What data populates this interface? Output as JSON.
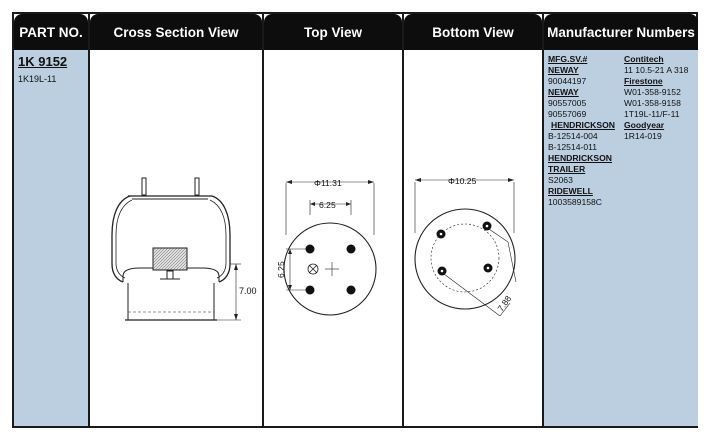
{
  "headers": {
    "part_no": "PART NO.",
    "cross_section": "Cross Section View",
    "top_view": "Top View",
    "bottom_view": "Bottom View",
    "manufacturer_numbers": "Manufacturer Numbers"
  },
  "part": {
    "number": "1K 9152",
    "alt_number": "1K19L-11"
  },
  "cross_section": {
    "height_label": "7.00"
  },
  "top_view": {
    "outer_dia": "Φ11.31",
    "bolt_spacing_h": "6.25",
    "bolt_spacing_v": "6.25"
  },
  "bottom_view": {
    "outer_dia": "Φ10.25",
    "bolt_circle": "7.88"
  },
  "manufacturers": {
    "left": [
      {
        "text": "MFG.SV.#",
        "heading": true
      },
      {
        "text": "NEWAY",
        "heading": true
      },
      {
        "text": "90044197",
        "heading": false
      },
      {
        "text": "NEWAY",
        "heading": true
      },
      {
        "text": "90557005",
        "heading": false
      },
      {
        "text": "90557069",
        "heading": false
      },
      {
        "text": "HENDRICKSON",
        "heading": true
      },
      {
        "text": "B-12514-004",
        "heading": false
      },
      {
        "text": "B-12514-011",
        "heading": false
      },
      {
        "text": "HENDRICKSON",
        "heading": true
      },
      {
        "text": "TRAILER",
        "heading": true
      },
      {
        "text": "S2063",
        "heading": false
      },
      {
        "text": "RIDEWELL",
        "heading": true
      },
      {
        "text": "1003589158C",
        "heading": false
      }
    ],
    "right": [
      {
        "text": "Contitech",
        "heading": true
      },
      {
        "text": "11 10.5-21 A 318",
        "heading": false
      },
      {
        "text": "Firestone",
        "heading": true
      },
      {
        "text": "W01-358-9152",
        "heading": false
      },
      {
        "text": "W01-358-9158",
        "heading": false
      },
      {
        "text": "1T19L-11/F-11",
        "heading": false
      },
      {
        "text": "Goodyear",
        "heading": true
      },
      {
        "text": "1R14-019",
        "heading": false
      }
    ]
  }
}
